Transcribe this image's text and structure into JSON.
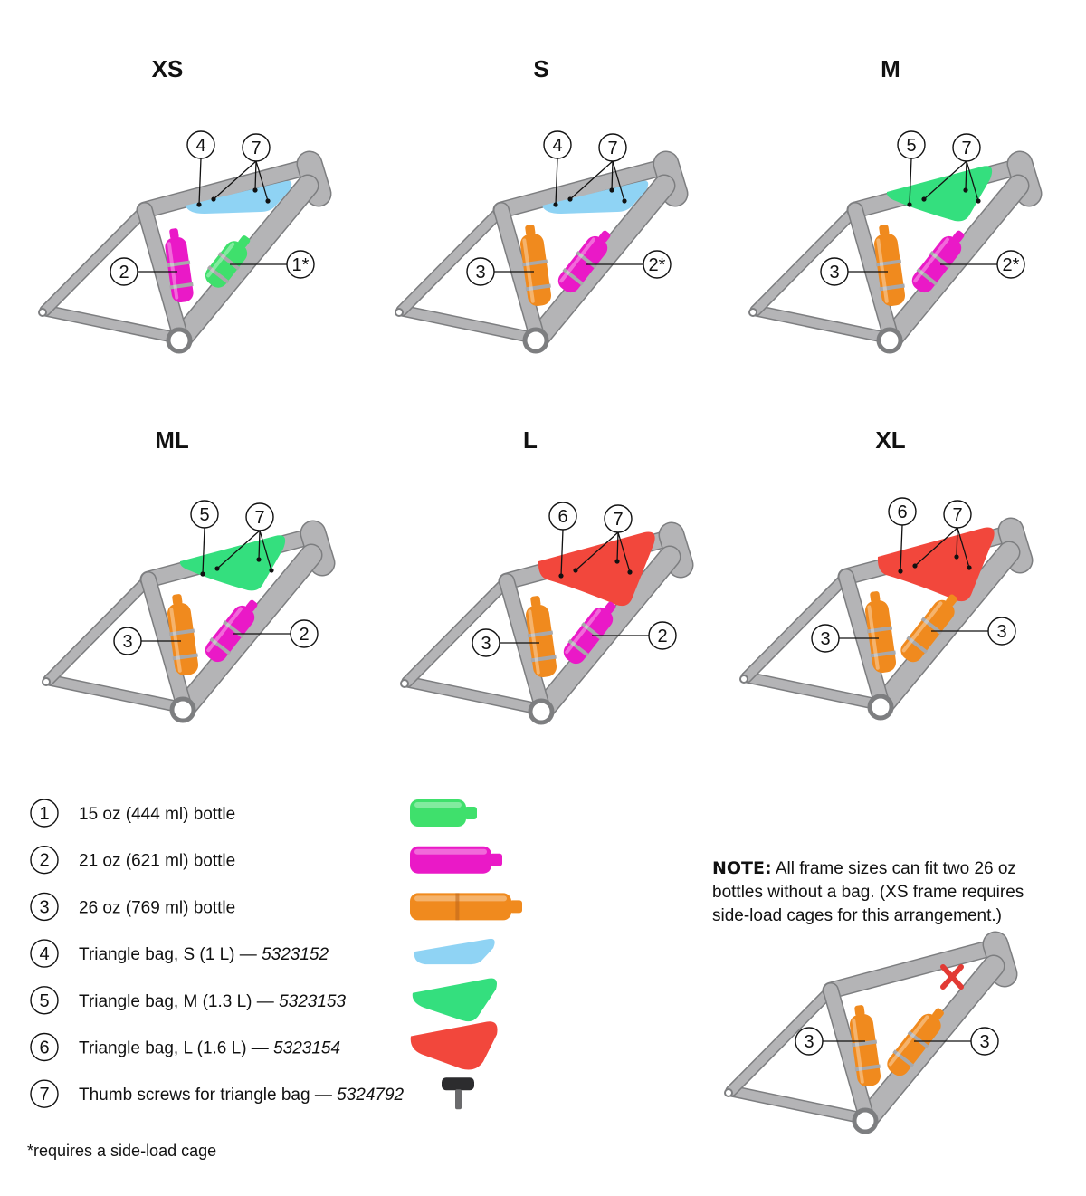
{
  "colors": {
    "frame": "#b4b4b6",
    "frame_dark": "#7d7e80",
    "bag_small": "#8fd3f4",
    "bag_medium": "#34df7e",
    "bag_large": "#f2473c",
    "bottle_15oz": "#3fe06c",
    "bottle_21oz": "#ea19c7",
    "bottle_26oz": "#f08a1e",
    "cross": "#e23a34"
  },
  "sizes": [
    {
      "label": "XS",
      "bag": "S",
      "bag_callout": "4",
      "screw_callout": "7",
      "left_bottle": "21oz",
      "left_callout": "2",
      "right_bottle": "15oz",
      "right_callout": "1*"
    },
    {
      "label": "S",
      "bag": "S",
      "bag_callout": "4",
      "screw_callout": "7",
      "left_bottle": "26oz",
      "left_callout": "3",
      "right_bottle": "21oz",
      "right_callout": "2*"
    },
    {
      "label": "M",
      "bag": "M",
      "bag_callout": "5",
      "screw_callout": "7",
      "left_bottle": "26oz",
      "left_callout": "3",
      "right_bottle": "21oz",
      "right_callout": "2*"
    },
    {
      "label": "ML",
      "bag": "M",
      "bag_callout": "5",
      "screw_callout": "7",
      "left_bottle": "26oz",
      "left_callout": "3",
      "right_bottle": "21oz",
      "right_callout": "2"
    },
    {
      "label": "L",
      "bag": "L",
      "bag_callout": "6",
      "screw_callout": "7",
      "left_bottle": "26oz",
      "left_callout": "3",
      "right_bottle": "21oz",
      "right_callout": "2"
    },
    {
      "label": "XL",
      "bag": "L",
      "bag_callout": "6",
      "screw_callout": "7",
      "left_bottle": "26oz",
      "left_callout": "3",
      "right_bottle": "26oz",
      "right_callout": "3"
    }
  ],
  "legend": [
    {
      "num": "1",
      "text": "15 oz (444 ml) bottle",
      "part": "",
      "icon": "bottle_15oz"
    },
    {
      "num": "2",
      "text": "21 oz (621 ml) bottle",
      "part": "",
      "icon": "bottle_21oz"
    },
    {
      "num": "3",
      "text": "26 oz (769 ml) bottle",
      "part": "",
      "icon": "bottle_26oz"
    },
    {
      "num": "4",
      "text": "Triangle bag, S (1 L) — ",
      "part": "5323152",
      "icon": "bag_small"
    },
    {
      "num": "5",
      "text": "Triangle bag, M (1.3 L) — ",
      "part": "5323153",
      "icon": "bag_medium"
    },
    {
      "num": "6",
      "text": "Triangle bag, L (1.6 L) — ",
      "part": "5323154",
      "icon": "bag_large"
    },
    {
      "num": "7",
      "text": "Thumb screws for triangle bag — ",
      "part": "5324792",
      "icon": "thumb_screw"
    }
  ],
  "note": {
    "label": "NOTE:",
    "lines": [
      " All frame sizes can fit two 26 oz",
      "bottles without a bag. (XS frame requires",
      "side-load cages for this arrangement.)"
    ],
    "left_callout": "3",
    "right_callout": "3"
  },
  "footnote": "*requires a side-load cage"
}
